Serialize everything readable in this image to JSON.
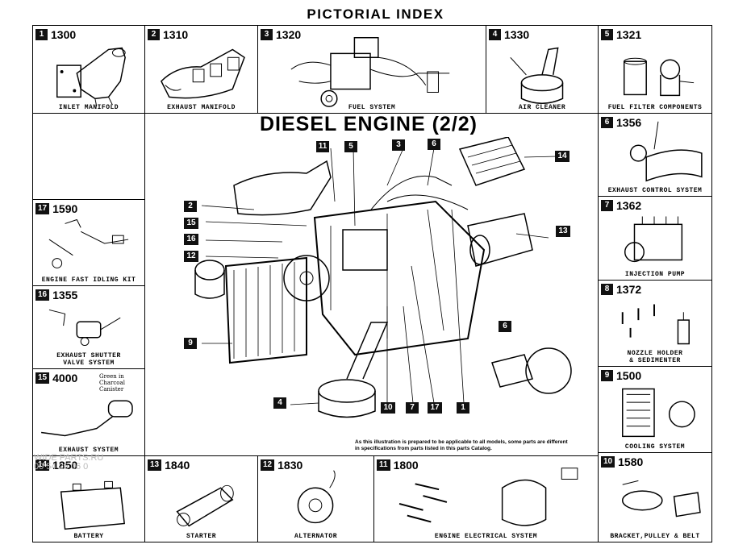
{
  "page": {
    "title": "PICTORIAL INDEX"
  },
  "main": {
    "title": "DIESEL ENGINE (2/2)",
    "note": "As this illustration is prepared to be applicable to all models, some parts are different\nin specifications from parts listed in this parts Catalog."
  },
  "watermark": "WIDE PARTS.RU\n00 54 26 06 0",
  "panels": [
    {
      "num": "1",
      "code": "1300",
      "label": "INLET MANIFOLD"
    },
    {
      "num": "2",
      "code": "1310",
      "label": "EXHAUST MANIFOLD"
    },
    {
      "num": "3",
      "code": "1320",
      "label": "FUEL SYSTEM"
    },
    {
      "num": "4",
      "code": "1330",
      "label": "AIR CLEANER"
    },
    {
      "num": "5",
      "code": "1321",
      "label": "FUEL FILTER COMPONENTS"
    },
    {
      "num": "6",
      "code": "1356",
      "label": "EXHAUST CONTROL SYSTEM"
    },
    {
      "num": "7",
      "code": "1362",
      "label": "INJECTION PUMP"
    },
    {
      "num": "8",
      "code": "1372",
      "label": "NOZZLE HOLDER\n& SEDIMENTER"
    },
    {
      "num": "9",
      "code": "1500",
      "label": "COOLING SYSTEM"
    },
    {
      "num": "10",
      "code": "1580",
      "label": "BRACKET,PULLEY & BELT"
    },
    {
      "num": "11",
      "code": "1800",
      "label": "ENGINE ELECTRICAL SYSTEM"
    },
    {
      "num": "12",
      "code": "1830",
      "label": "ALTERNATOR"
    },
    {
      "num": "13",
      "code": "1840",
      "label": "STARTER"
    },
    {
      "num": "14",
      "code": "1850",
      "label": "BATTERY"
    },
    {
      "num": "15",
      "code": "4000",
      "label": "EXHAUST SYSTEM",
      "handwritten": "Green in\nCharcoal Canister"
    },
    {
      "num": "16",
      "code": "1355",
      "label": "EXHAUST SHUTTER\nVALVE SYSTEM"
    },
    {
      "num": "17",
      "code": "1590",
      "label": "ENGINE FAST IDLING KIT"
    }
  ],
  "callouts": [
    "11",
    "5",
    "3",
    "6",
    "14",
    "2",
    "15",
    "16",
    "12",
    "13",
    "9",
    "6",
    "4",
    "10",
    "7",
    "17",
    "1"
  ]
}
